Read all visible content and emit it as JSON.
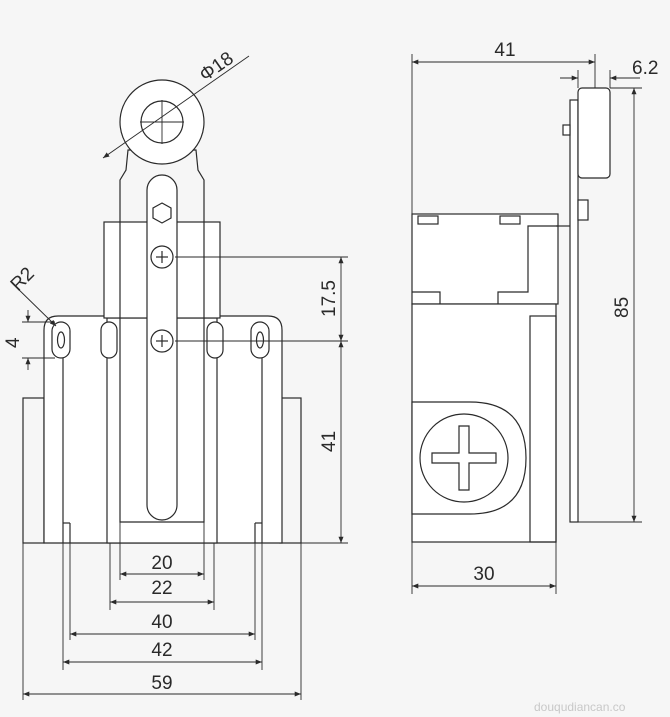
{
  "front_view": {
    "dim_roller_dia": "Φ18",
    "dim_radius": "R2",
    "dim_slot_height": "4",
    "dim_screw_offset": "17.5",
    "dim_height": "41",
    "dim_w20": "20",
    "dim_w22": "22",
    "dim_w40": "40",
    "dim_w42": "42",
    "dim_w59": "59"
  },
  "side_view": {
    "dim_top_width": "41",
    "dim_roller_width": "6.2",
    "dim_total_height": "85",
    "dim_body_width": "30"
  },
  "watermark": "douqudiancan.co"
}
